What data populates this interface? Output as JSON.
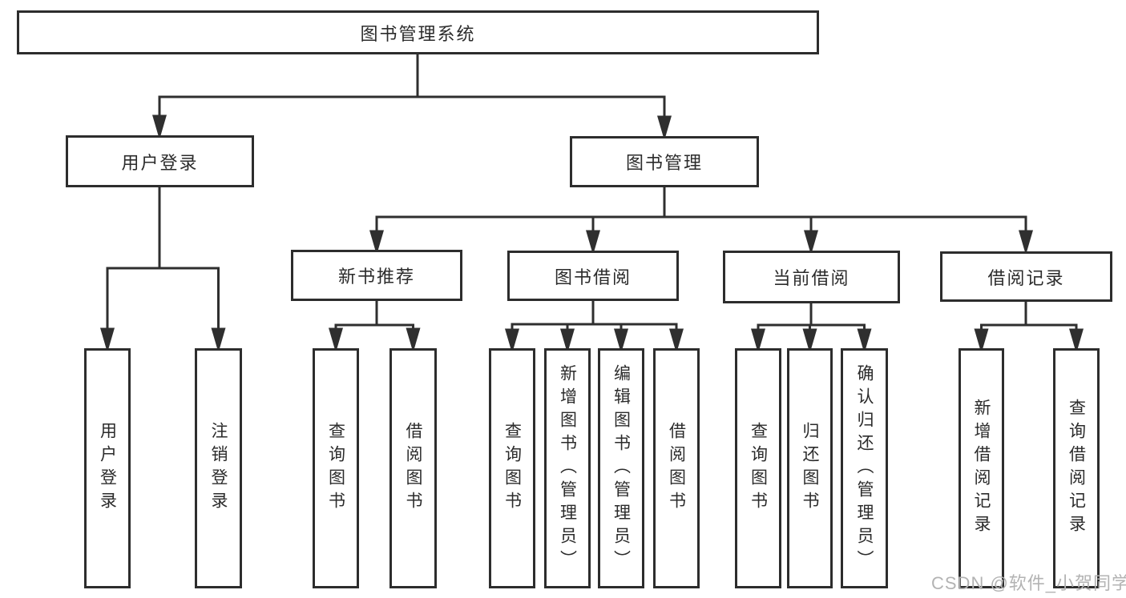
{
  "diagram": {
    "tree": {
      "root": {
        "label": "图书管理系统",
        "children": [
          {
            "label": "用户登录",
            "children": [
              {
                "label": "用户登录"
              },
              {
                "label": "注销登录"
              }
            ]
          },
          {
            "label": "图书管理",
            "children": [
              {
                "label": "新书推荐",
                "children": [
                  {
                    "label": "查询图书"
                  },
                  {
                    "label": "借阅图书"
                  }
                ]
              },
              {
                "label": "图书借阅",
                "children": [
                  {
                    "label": "查询图书"
                  },
                  {
                    "label": "新增图书（管理员）"
                  },
                  {
                    "label": "编辑图书（管理员）"
                  },
                  {
                    "label": "借阅图书"
                  }
                ]
              },
              {
                "label": "当前借阅",
                "children": [
                  {
                    "label": "查询图书"
                  },
                  {
                    "label": "归还图书"
                  },
                  {
                    "label": "确认归还（管理员）"
                  }
                ]
              },
              {
                "label": "借阅记录",
                "children": [
                  {
                    "label": "新增借阅记录"
                  },
                  {
                    "label": "查询借阅记录"
                  }
                ]
              }
            ]
          }
        ]
      }
    },
    "colors": {
      "line": "#2f2f2f",
      "box_border": "#2d2d2d",
      "text": "#2b2b2b",
      "background": "#ffffff",
      "watermark": "#b3b3b3"
    },
    "watermark": "CSDN @软件_小贺同学"
  }
}
